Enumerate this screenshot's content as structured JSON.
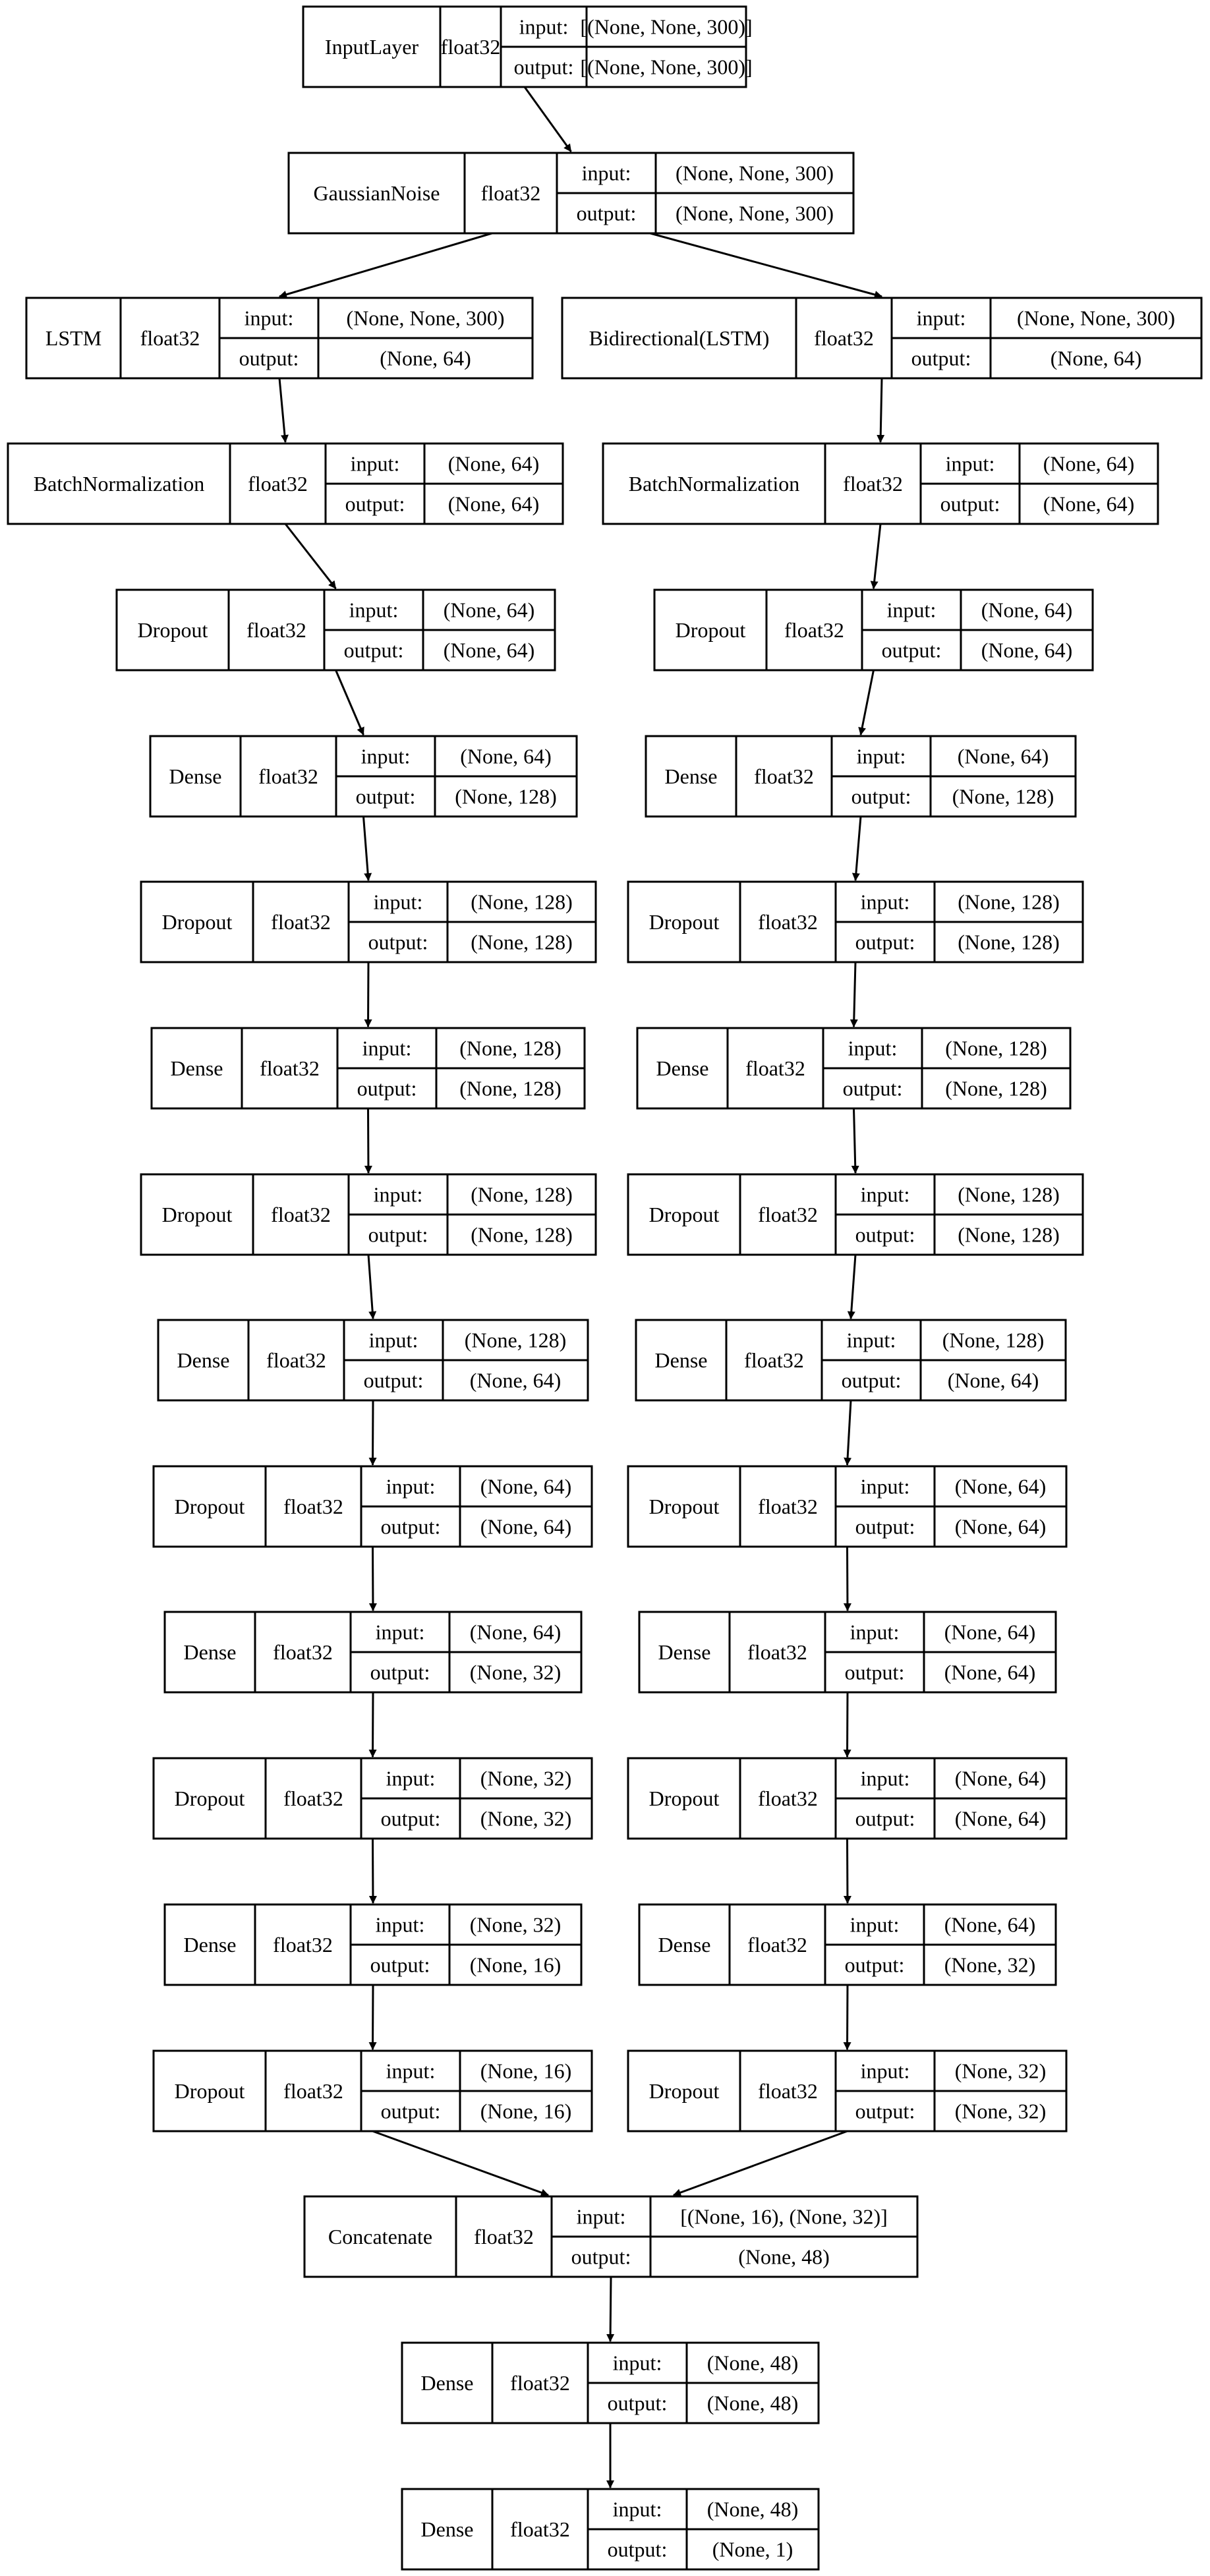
{
  "diagram": {
    "dtype": "float32",
    "port_labels": {
      "input": "input:",
      "output": "output:"
    },
    "layers": [
      {
        "id": "input_layer",
        "name": "InputLayer",
        "input": "[(None, None, 300)]",
        "output": "[(None, None, 300)]"
      },
      {
        "id": "gaussian_noise",
        "name": "GaussianNoise",
        "input": "(None, None, 300)",
        "output": "(None, None, 300)"
      },
      {
        "id": "lstm",
        "name": "LSTM",
        "input": "(None, None, 300)",
        "output": "(None, 64)"
      },
      {
        "id": "bidirectional",
        "name": "Bidirectional(LSTM)",
        "input": "(None, None, 300)",
        "output": "(None, 64)"
      },
      {
        "id": "bn_left",
        "name": "BatchNormalization",
        "input": "(None, 64)",
        "output": "(None, 64)"
      },
      {
        "id": "bn_right",
        "name": "BatchNormalization",
        "input": "(None, 64)",
        "output": "(None, 64)"
      },
      {
        "id": "dropout_l1",
        "name": "Dropout",
        "input": "(None, 64)",
        "output": "(None, 64)"
      },
      {
        "id": "dropout_r1",
        "name": "Dropout",
        "input": "(None, 64)",
        "output": "(None, 64)"
      },
      {
        "id": "dense_l1",
        "name": "Dense",
        "input": "(None, 64)",
        "output": "(None, 128)"
      },
      {
        "id": "dense_r1",
        "name": "Dense",
        "input": "(None, 64)",
        "output": "(None, 128)"
      },
      {
        "id": "dropout_l2",
        "name": "Dropout",
        "input": "(None, 128)",
        "output": "(None, 128)"
      },
      {
        "id": "dropout_r2",
        "name": "Dropout",
        "input": "(None, 128)",
        "output": "(None, 128)"
      },
      {
        "id": "dense_l2",
        "name": "Dense",
        "input": "(None, 128)",
        "output": "(None, 128)"
      },
      {
        "id": "dense_r2",
        "name": "Dense",
        "input": "(None, 128)",
        "output": "(None, 128)"
      },
      {
        "id": "dropout_l3",
        "name": "Dropout",
        "input": "(None, 128)",
        "output": "(None, 128)"
      },
      {
        "id": "dropout_r3",
        "name": "Dropout",
        "input": "(None, 128)",
        "output": "(None, 128)"
      },
      {
        "id": "dense_l3",
        "name": "Dense",
        "input": "(None, 128)",
        "output": "(None, 64)"
      },
      {
        "id": "dense_r3",
        "name": "Dense",
        "input": "(None, 128)",
        "output": "(None, 64)"
      },
      {
        "id": "dropout_l4",
        "name": "Dropout",
        "input": "(None, 64)",
        "output": "(None, 64)"
      },
      {
        "id": "dropout_r4",
        "name": "Dropout",
        "input": "(None, 64)",
        "output": "(None, 64)"
      },
      {
        "id": "dense_l4",
        "name": "Dense",
        "input": "(None, 64)",
        "output": "(None, 32)"
      },
      {
        "id": "dense_r4",
        "name": "Dense",
        "input": "(None, 64)",
        "output": "(None, 64)"
      },
      {
        "id": "dropout_l5",
        "name": "Dropout",
        "input": "(None, 32)",
        "output": "(None, 32)"
      },
      {
        "id": "dropout_r5",
        "name": "Dropout",
        "input": "(None, 64)",
        "output": "(None, 64)"
      },
      {
        "id": "dense_l5",
        "name": "Dense",
        "input": "(None, 32)",
        "output": "(None, 16)"
      },
      {
        "id": "dense_r5",
        "name": "Dense",
        "input": "(None, 64)",
        "output": "(None, 32)"
      },
      {
        "id": "dropout_l6",
        "name": "Dropout",
        "input": "(None, 16)",
        "output": "(None, 16)"
      },
      {
        "id": "dropout_r6",
        "name": "Dropout",
        "input": "(None, 32)",
        "output": "(None, 32)"
      },
      {
        "id": "concatenate",
        "name": "Concatenate",
        "input": "[(None, 16), (None, 32)]",
        "output": "(None, 48)"
      },
      {
        "id": "dense_final1",
        "name": "Dense",
        "input": "(None, 48)",
        "output": "(None, 48)"
      },
      {
        "id": "dense_final2",
        "name": "Dense",
        "input": "(None, 48)",
        "output": "(None, 1)"
      }
    ],
    "edges": [
      [
        "input_layer",
        "gaussian_noise"
      ],
      [
        "gaussian_noise",
        "lstm"
      ],
      [
        "gaussian_noise",
        "bidirectional"
      ],
      [
        "lstm",
        "bn_left"
      ],
      [
        "bidirectional",
        "bn_right"
      ],
      [
        "bn_left",
        "dropout_l1"
      ],
      [
        "bn_right",
        "dropout_r1"
      ],
      [
        "dropout_l1",
        "dense_l1"
      ],
      [
        "dropout_r1",
        "dense_r1"
      ],
      [
        "dense_l1",
        "dropout_l2"
      ],
      [
        "dense_r1",
        "dropout_r2"
      ],
      [
        "dropout_l2",
        "dense_l2"
      ],
      [
        "dropout_r2",
        "dense_r2"
      ],
      [
        "dense_l2",
        "dropout_l3"
      ],
      [
        "dense_r2",
        "dropout_r3"
      ],
      [
        "dropout_l3",
        "dense_l3"
      ],
      [
        "dropout_r3",
        "dense_r3"
      ],
      [
        "dense_l3",
        "dropout_l4"
      ],
      [
        "dense_r3",
        "dropout_r4"
      ],
      [
        "dropout_l4",
        "dense_l4"
      ],
      [
        "dropout_r4",
        "dense_r4"
      ],
      [
        "dense_l4",
        "dropout_l5"
      ],
      [
        "dense_r4",
        "dropout_r5"
      ],
      [
        "dropout_l5",
        "dense_l5"
      ],
      [
        "dropout_r5",
        "dense_r5"
      ],
      [
        "dense_l5",
        "dropout_l6"
      ],
      [
        "dense_r5",
        "dropout_r6"
      ],
      [
        "dropout_l6",
        "concatenate"
      ],
      [
        "dropout_r6",
        "concatenate"
      ],
      [
        "concatenate",
        "dense_final1"
      ],
      [
        "dense_final1",
        "dense_final2"
      ]
    ]
  }
}
